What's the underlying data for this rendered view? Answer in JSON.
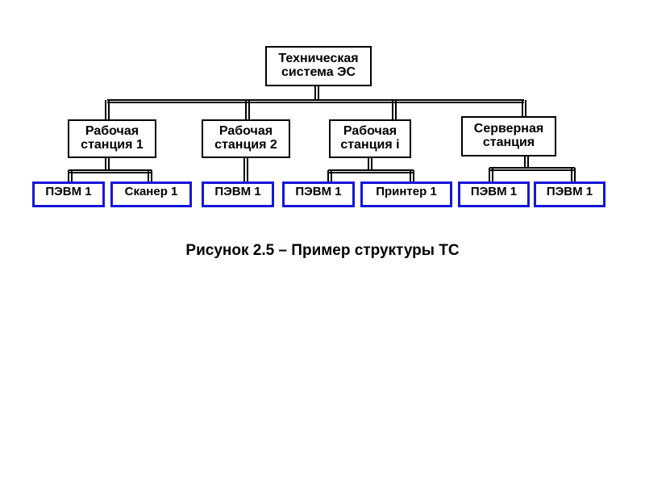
{
  "diagram": {
    "root": "Техническая\nсистема ЭС",
    "stations": [
      "Рабочая\nстанция 1",
      "Рабочая\nстанция 2",
      "Рабочая\nстанция i",
      "Серверная\nстанция"
    ],
    "devices": [
      "ПЭВМ 1",
      "Сканер 1",
      "ПЭВМ 1",
      "ПЭВМ 1",
      "Принтер 1",
      "ПЭВМ 1",
      "ПЭВМ 1"
    ],
    "colors": {
      "line": "#000000",
      "device_border": "#1616d8"
    }
  },
  "caption": "Рисунок 2.5 – Пример структуры ТС"
}
